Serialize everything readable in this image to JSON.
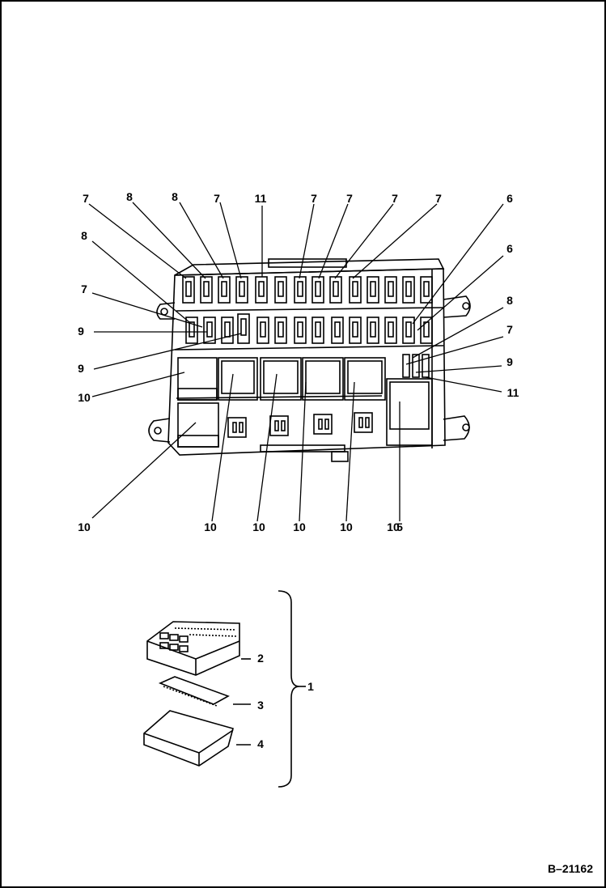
{
  "diagram": {
    "reference_code": "B–21162",
    "callouts_top": [
      "7",
      "8",
      "8",
      "7",
      "11",
      "7",
      "7",
      "7",
      "7"
    ],
    "callouts_left": [
      "8",
      "7",
      "9",
      "9",
      "10",
      "10"
    ],
    "callouts_right": [
      "6",
      "6",
      "8",
      "7",
      "9",
      "11"
    ],
    "callouts_bottom": [
      "10",
      "10",
      "10",
      "10",
      "10",
      "5"
    ],
    "parts_callouts": [
      "2",
      "3",
      "4",
      "1"
    ]
  }
}
